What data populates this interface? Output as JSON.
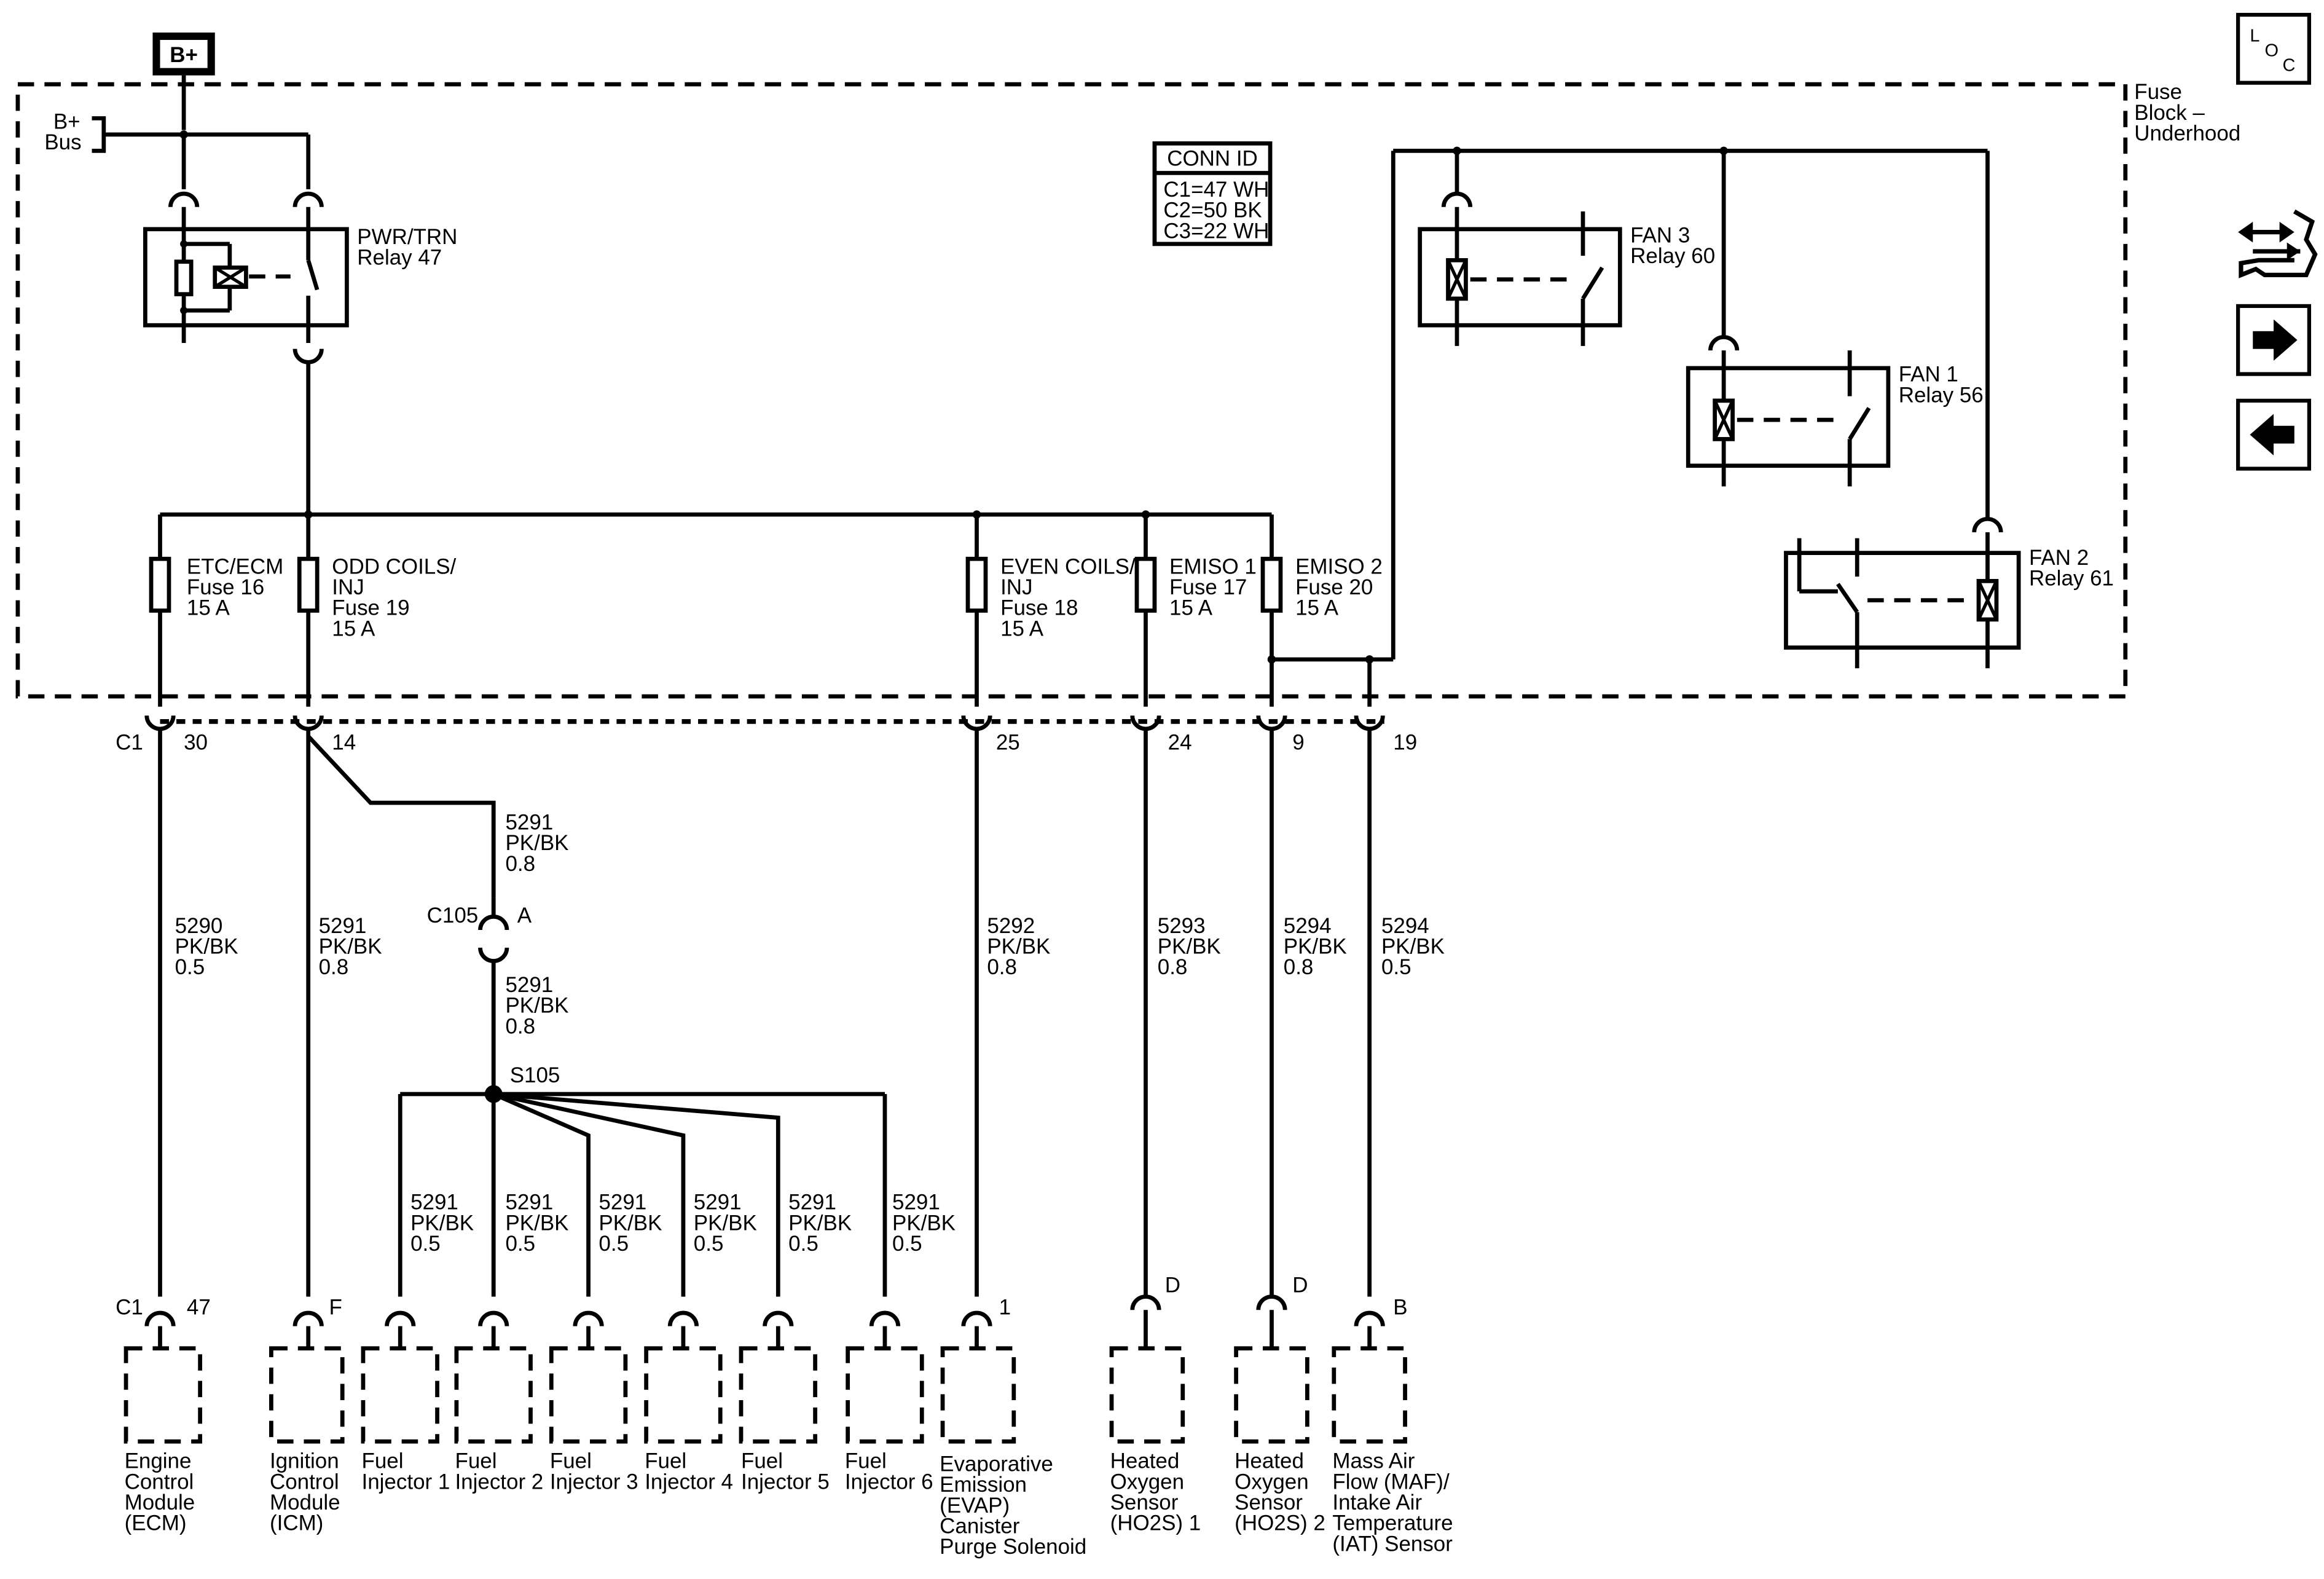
{
  "colors": {
    "line": "#000000",
    "background": "#ffffff"
  },
  "power": {
    "bplus": "B+",
    "bus": [
      "B+",
      "Bus"
    ]
  },
  "fuse_block": [
    "Fuse",
    "Block –",
    "Underhood"
  ],
  "conn_id": {
    "title": "CONN ID",
    "rows": [
      "C1=47 WH",
      "C2=50 BK",
      "C3=22 WH"
    ]
  },
  "relays": {
    "pwr": [
      "PWR/TRN",
      "Relay 47"
    ],
    "fan3": [
      "FAN 3",
      "Relay 60"
    ],
    "fan1": [
      "FAN 1",
      "Relay 56"
    ],
    "fan2": [
      "FAN 2",
      "Relay 61"
    ]
  },
  "fuses": {
    "f16": [
      "ETC/ECM",
      "Fuse 16",
      "15 A"
    ],
    "f19": [
      "ODD COILS/",
      "INJ",
      "Fuse 19",
      "15 A"
    ],
    "f18": [
      "EVEN COILS/",
      "INJ",
      "Fuse 18",
      "15 A"
    ],
    "f17": [
      "EMISO 1",
      "Fuse 17",
      "15 A"
    ],
    "f20": [
      "EMISO 2",
      "Fuse 20",
      "15 A"
    ]
  },
  "connector_c1": {
    "name": "C1",
    "pins": {
      "p30": "30",
      "p14": "14",
      "p25": "25",
      "p24": "24",
      "p9": "9",
      "p19": "19"
    }
  },
  "c105": {
    "name": "C105",
    "pin": "A"
  },
  "splice": "S105",
  "wires": {
    "w5290": [
      "5290",
      "PK/BK",
      "0.5"
    ],
    "w5291_08": [
      "5291",
      "PK/BK",
      "0.8"
    ],
    "w5291_05": [
      "5291",
      "PK/BK",
      "0.5"
    ],
    "w5292": [
      "5292",
      "PK/BK",
      "0.8"
    ],
    "w5293": [
      "5293",
      "PK/BK",
      "0.8"
    ],
    "w5294_08": [
      "5294",
      "PK/BK",
      "0.8"
    ],
    "w5294_05": [
      "5294",
      "PK/BK",
      "0.5"
    ]
  },
  "component_pins": {
    "ecm_conn": "C1",
    "ecm_pin": "47",
    "icm": "F",
    "evap": "1",
    "ho2s1": "D",
    "ho2s2": "D",
    "maf": "B"
  },
  "components": {
    "ecm": [
      "Engine",
      "Control",
      "Module",
      "(ECM)"
    ],
    "icm": [
      "Ignition",
      "Control",
      "Module",
      "(ICM)"
    ],
    "inj1": [
      "Fuel",
      "Injector 1"
    ],
    "inj2": [
      "Fuel",
      "Injector 2"
    ],
    "inj3": [
      "Fuel",
      "Injector 3"
    ],
    "inj4": [
      "Fuel",
      "Injector 4"
    ],
    "inj5": [
      "Fuel",
      "Injector 5"
    ],
    "inj6": [
      "Fuel",
      "Injector 6"
    ],
    "evap": [
      "Evaporative",
      "Emission",
      "(EVAP)",
      "Canister",
      "Purge Solenoid"
    ],
    "ho2s1": [
      "Heated",
      "Oxygen",
      "Sensor",
      "(HO2S) 1"
    ],
    "ho2s2": [
      "Heated",
      "Oxygen",
      "Sensor",
      "(HO2S) 2"
    ],
    "maf": [
      "Mass Air",
      "Flow (MAF)/",
      "Intake Air",
      "Temperature",
      "(IAT) Sensor"
    ]
  },
  "side_nav": {
    "loc_l": "L",
    "loc_o": "O",
    "loc_c": "C",
    "icons": [
      "loc-icon",
      "harness-view-icon",
      "next-arrow-icon",
      "previous-arrow-icon"
    ]
  }
}
